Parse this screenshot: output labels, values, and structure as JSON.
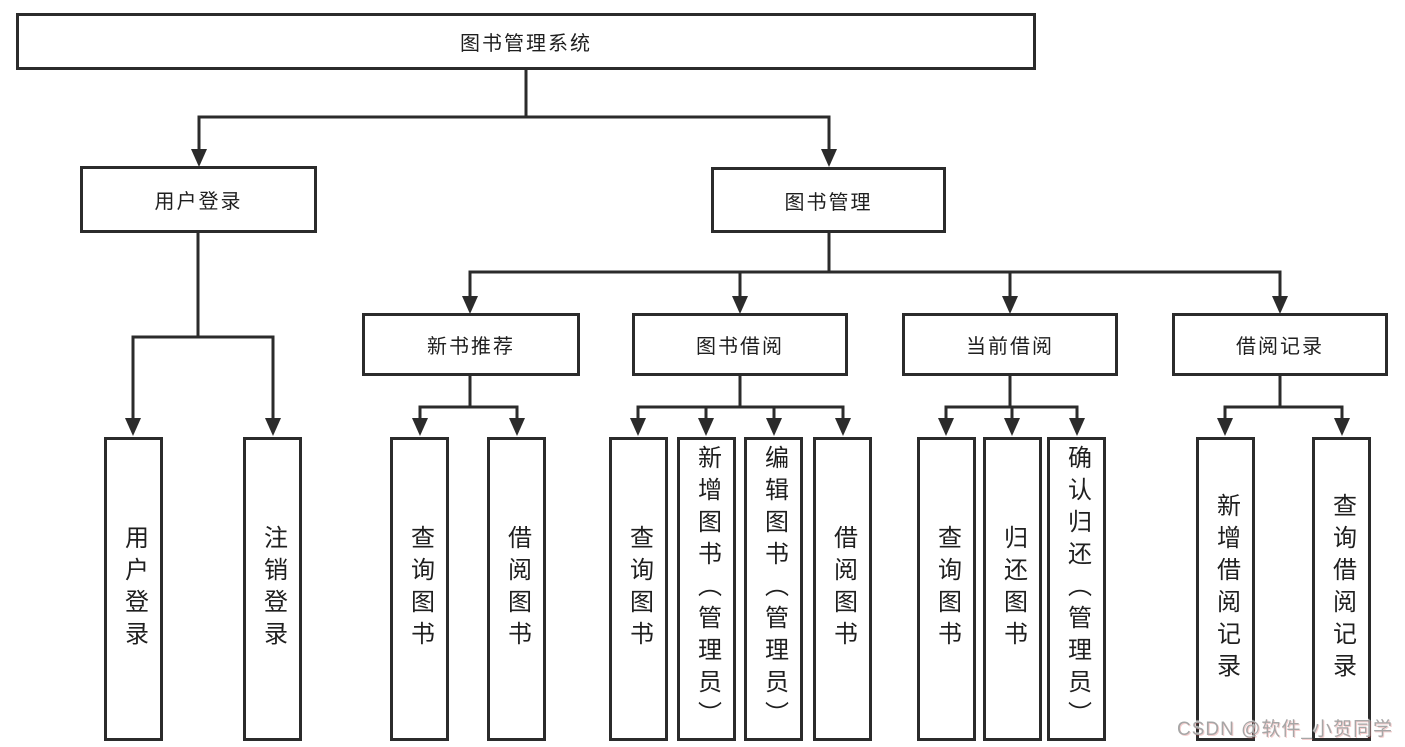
{
  "colors": {
    "line": "#2b2b2b",
    "box_border": "#2b2b2b",
    "box_fill": "#ffffff",
    "text": "#1f1f1f",
    "watermark_text": "#a6a6a6"
  },
  "nodes": {
    "root": "图书管理系统",
    "level2": [
      "用户登录",
      "图书管理"
    ],
    "level3": [
      "新书推荐",
      "图书借阅",
      "当前借阅",
      "借阅记录"
    ],
    "leaves_user_login": [
      "用户登录",
      "注销登录"
    ],
    "leaves_new_book": [
      "查询图书",
      "借阅图书"
    ],
    "leaves_book_borrow": [
      "查询图书",
      "新增图书（管理员）",
      "编辑图书（管理员）",
      "借阅图书"
    ],
    "leaves_current_borrow": [
      "查询图书",
      "归还图书",
      "确认归还（管理员）"
    ],
    "leaves_borrow_record": [
      "新增借阅记录",
      "查询借阅记录"
    ]
  },
  "watermark": "CSDN @软件_小贺同学"
}
